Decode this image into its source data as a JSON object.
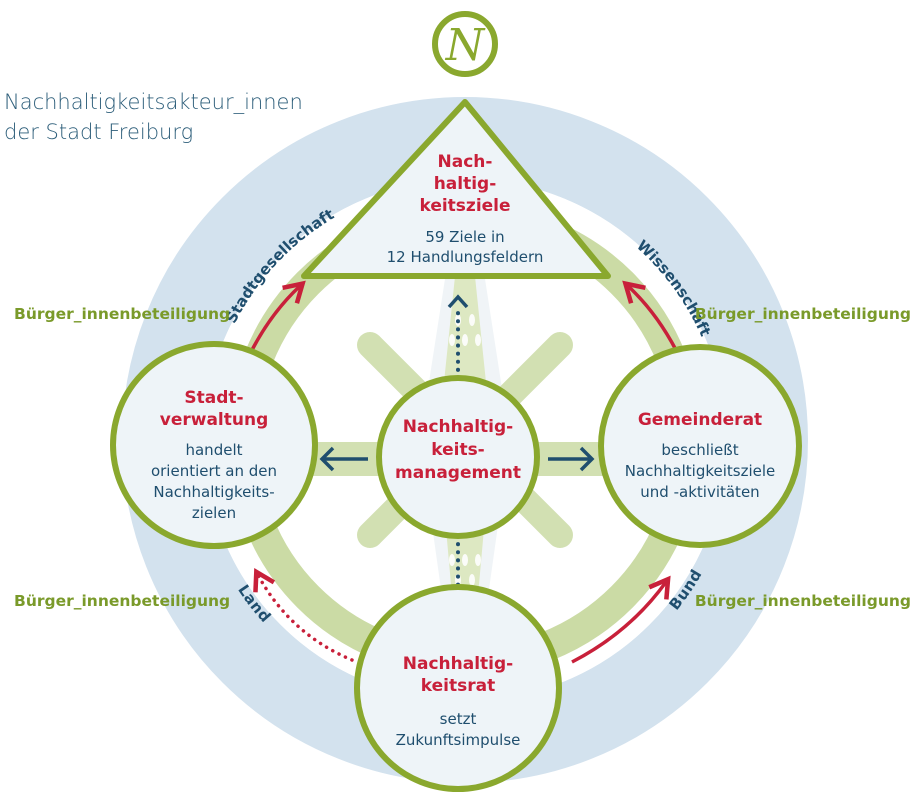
{
  "title": {
    "line1": "Nachhaltigkeitsakteur_innen",
    "line2": "der Stadt Freiburg"
  },
  "compass_letter": "N",
  "outer_ring": {
    "top_left": "Stadtgesellschaft",
    "top_right": "Wissenschaft",
    "bottom_left": "Land",
    "bottom_right": "Bund"
  },
  "participation_labels": {
    "top_left": "Bürger_innenbeteiligung",
    "top_right": "Bürger_innenbeteiligung",
    "bottom_left": "Bürger_innenbeteiligung",
    "bottom_right": "Bürger_innenbeteiligung"
  },
  "nodes": {
    "goals": {
      "head": [
        "Nach-",
        "haltig-",
        "keitsziele"
      ],
      "body": [
        "59 Ziele in",
        "12 Handlungsfeldern"
      ]
    },
    "administration": {
      "head": [
        "Stadt-",
        "verwaltung"
      ],
      "body": [
        "handelt",
        "orientiert an den",
        "Nachhaltigkeits-",
        "zielen"
      ]
    },
    "management": {
      "head": [
        "Nachhaltig-",
        "keits-",
        "management"
      ]
    },
    "council": {
      "head": [
        "Gemeinderat"
      ],
      "body": [
        "beschließt",
        "Nachhaltigkeitsziele",
        "und -aktivitäten"
      ]
    },
    "advisory": {
      "head": [
        "Nachhaltig-",
        "keitsrat"
      ],
      "body": [
        "setzt",
        "Zukunftsimpulse"
      ]
    }
  },
  "colors": {
    "outer_ring": "#d3e2ee",
    "green": "#8aa82e",
    "light_green": "#cbdba5",
    "node_fill": "#eef4f8",
    "red": "#c8203a",
    "navy": "#1f4e6e"
  }
}
